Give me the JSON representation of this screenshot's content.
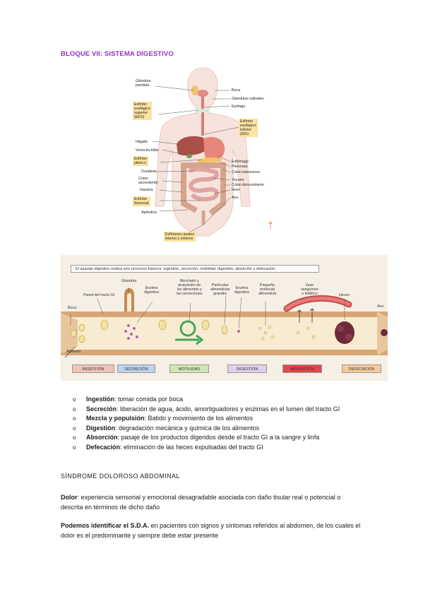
{
  "heading": "BLOQUE VII: SISTEMA DIGESTIVO",
  "anatomy": {
    "left_labels": [
      "Glándula\nparótida",
      "Hígado",
      "Vesícula biliar",
      "Duodeno",
      "Colon\nascendente",
      "Haustra",
      "Apéndice"
    ],
    "left_boxes": [
      "Esfínter\nesofágico\nsuperior\n(EES)",
      "Esfínter\npilórico",
      "Esfínter\nileocecal"
    ],
    "right_labels": [
      "Boca",
      "Glándulas salivales",
      "Esófago",
      "Estómago",
      "Páncreas",
      "Colon transverso",
      "Yeyuno",
      "Colon descendente",
      "Íleon",
      "Ano"
    ],
    "right_box": "Esfínter\nesofágico\ninferior\n(EEI)",
    "bottom_box": "Esfínteres anales\ninterno y externo"
  },
  "process": {
    "caption": "El aparato digestivo realiza seis procesos básicos: ingestión, secreción, motilidad, digestión, absorción y defecación.",
    "labels": [
      "Glándula",
      "Pared del tracto GI",
      "Enzima\ndigestiva",
      "Mezclado y\npropulsión de\nlos alimentos y\nlas secreciones",
      "Partículas\nalimenticias\ngrandes",
      "Enzima\ndigestiva",
      "Pequeña\nmolécula\nalimenticia",
      "Vaso\nsanguíneo\no linfático",
      "Heces",
      "Boca",
      "Alimento",
      "Ano"
    ],
    "boxes": [
      {
        "label": "INGESTIÓN",
        "color": "#f2c2b6"
      },
      {
        "label": "SECRECIÓN",
        "color": "#bcd3ee"
      },
      {
        "label": "MOTILIDAD",
        "color": "#cfe7b0"
      },
      {
        "label": "DIGESTIÓN",
        "color": "#e2cdec"
      },
      {
        "label": "ABSORCIÓN",
        "color": "#e0464a"
      },
      {
        "label": "DEFECACIÓN",
        "color": "#f7c99a"
      }
    ]
  },
  "steps": [
    {
      "term": "Ingestión",
      "text": "tomar comida por boca"
    },
    {
      "term": "Secreción",
      "text": "liberación de agua, ácido, amortiguadores y enzimas en el lumen del tracto GI"
    },
    {
      "term": "Mezcla y populsión",
      "text": "Batido y movimiento de los alimentos"
    },
    {
      "term": "Digestión",
      "text": "degradación mecánica y química de los alimentos"
    },
    {
      "term": "Absorción",
      "text": "pasaje de los productos digeridos desde el tracto GI a la sangre y linfa"
    },
    {
      "term": "Defecación",
      "text": "eliminación de las heces expulsadas del tracto GI"
    }
  ],
  "bullet_marker": "o",
  "sda_title": "SÍNDROME DOLOROSO ABDOMINAL",
  "dolor": {
    "term": "Dolor",
    "text": ": experiencia sensorial y emocional desagradable asociada con daño tisular real o potencial o descrita en términos de dicho daño"
  },
  "sda": {
    "term": "Podemos identificar el S.D.A.",
    "text": " en pacientes con signos y síntomas referidos al abdomen, de los cuales el dolor es el predominante y siempre debe estar presente"
  }
}
